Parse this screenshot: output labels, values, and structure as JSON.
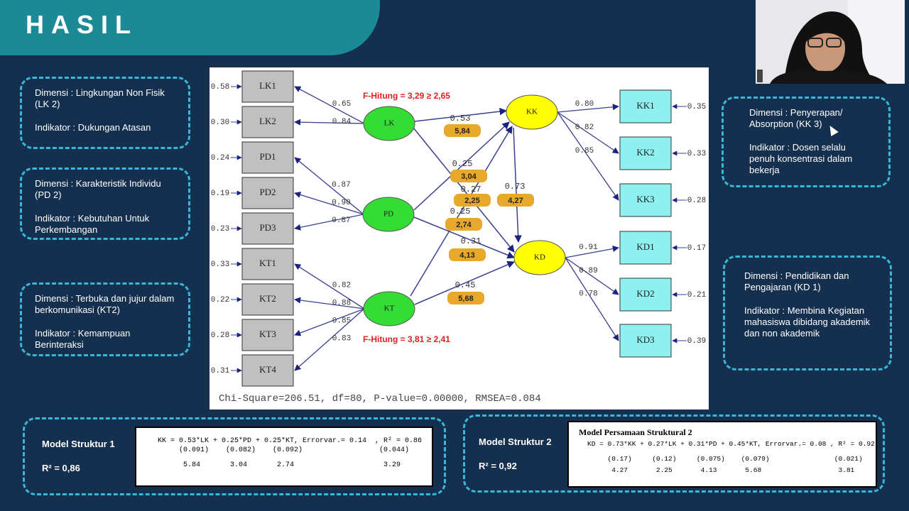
{
  "slide": {
    "title": "HASIL"
  },
  "info_boxes": [
    {
      "dim": "Dimensi : Lingkungan Non Fisik (LK 2)",
      "ind": "Indikator : Dukungan Atasan"
    },
    {
      "dim": "Dimensi : Karakteristik Individu (PD 2)",
      "ind": "Indikator : Kebutuhan Untuk Perkembangan"
    },
    {
      "dim": "Dimensi : Terbuka dan jujur dalam berkomunikasi (KT2)",
      "ind": "Indikator : Kemampuan Berinteraksi"
    },
    {
      "dim": "Dimensi : Penyerapan/ Absorption (KK 3)",
      "ind": "Indikator : Dosen selalu penuh konsentrasi dalam bekerja"
    },
    {
      "dim": "Dimensi : Pendidikan dan Pengajaran (KD 1)",
      "ind": "Indikator : Membina Kegiatan mahasiswa dibidang akademik dan non akademik"
    }
  ],
  "diagram": {
    "indicators_left": [
      {
        "name": "LK1",
        "err": "0.58"
      },
      {
        "name": "LK2",
        "err": "0.30"
      },
      {
        "name": "PD1",
        "err": "0.24"
      },
      {
        "name": "PD2",
        "err": "0.19"
      },
      {
        "name": "PD3",
        "err": "0.23"
      },
      {
        "name": "KT1",
        "err": "0.33"
      },
      {
        "name": "KT2",
        "err": "0.22"
      },
      {
        "name": "KT3",
        "err": "0.28"
      },
      {
        "name": "KT4",
        "err": "0.31"
      }
    ],
    "indicators_right": [
      {
        "name": "KK1",
        "err": "0.35"
      },
      {
        "name": "KK2",
        "err": "0.33"
      },
      {
        "name": "KK3",
        "err": "0.28"
      },
      {
        "name": "KD1",
        "err": "0.17"
      },
      {
        "name": "KD2",
        "err": "0.21"
      },
      {
        "name": "KD3",
        "err": "0.39"
      }
    ],
    "latents": [
      "LK",
      "PD",
      "KT",
      "KK",
      "KD"
    ],
    "loadings": {
      "LK": [
        "0.65",
        "0.84"
      ],
      "PD": [
        "0.87",
        "0.90",
        "0.87"
      ],
      "KT": [
        "0.82",
        "0.88",
        "0.85",
        "0.83"
      ],
      "KK": [
        "0.80",
        "0.82",
        "0.85"
      ],
      "KD": [
        "0.91",
        "0.89",
        "0.78"
      ]
    },
    "paths": [
      {
        "id": "lk-kk",
        "coef": "0.53",
        "t": "5,84"
      },
      {
        "id": "pd-kk",
        "coef": "0.25",
        "t": "3,04"
      },
      {
        "id": "lk-kd",
        "coef": "0.27",
        "t": "2,25"
      },
      {
        "id": "kk-kd",
        "coef": "0.73",
        "t": "4,27"
      },
      {
        "id": "kt-kk",
        "coef": "0.25",
        "t": "2,74"
      },
      {
        "id": "pd-kd",
        "coef": "0.31",
        "t": "4,13"
      },
      {
        "id": "kt-kd",
        "coef": "0.45",
        "t": "5,68"
      }
    ],
    "f_hitung_1": "F-Hitung = 3,29 ≥ 2,65",
    "f_hitung_2": "F-Hitung = 3,81 ≥ 2,41",
    "fit_stats": "Chi-Square=206.51, df=80, P-value=0.00000, RMSEA=0.084"
  },
  "model1": {
    "label": "Model Struktur 1",
    "r2": "R² = 0,86",
    "eq": "KK = 0.53*LK + 0.25*PD + 0.25*KT, Errorvar.= 0.14  , R² = 0.86",
    "se": "     (0.091)    (0.082)    (0.092)                  (0.044)",
    "t": "      5.84       3.04       2.74                     3.29"
  },
  "model2": {
    "label": "Model Struktur 2",
    "r2": "R² = 0,92",
    "heading": "Model Persamaan Struktural 2",
    "eq": "KD = 0.73*KK + 0.27*LK + 0.31*PD + 0.45*KT, Errorvar.= 0.08 , R² = 0.92",
    "se": "     (0.17)     (0.12)     (0.075)    (0.079)                (0.021)",
    "t": "      4.27       2.25       4.13       5.68                   3.81"
  },
  "colors": {
    "bg": "#15304f",
    "accent": "#1b8a96",
    "dash": "#38b8d8",
    "latent_exo": "#33dd33",
    "latent_endo": "#ffff00",
    "tvalue": "#e8a92a"
  }
}
